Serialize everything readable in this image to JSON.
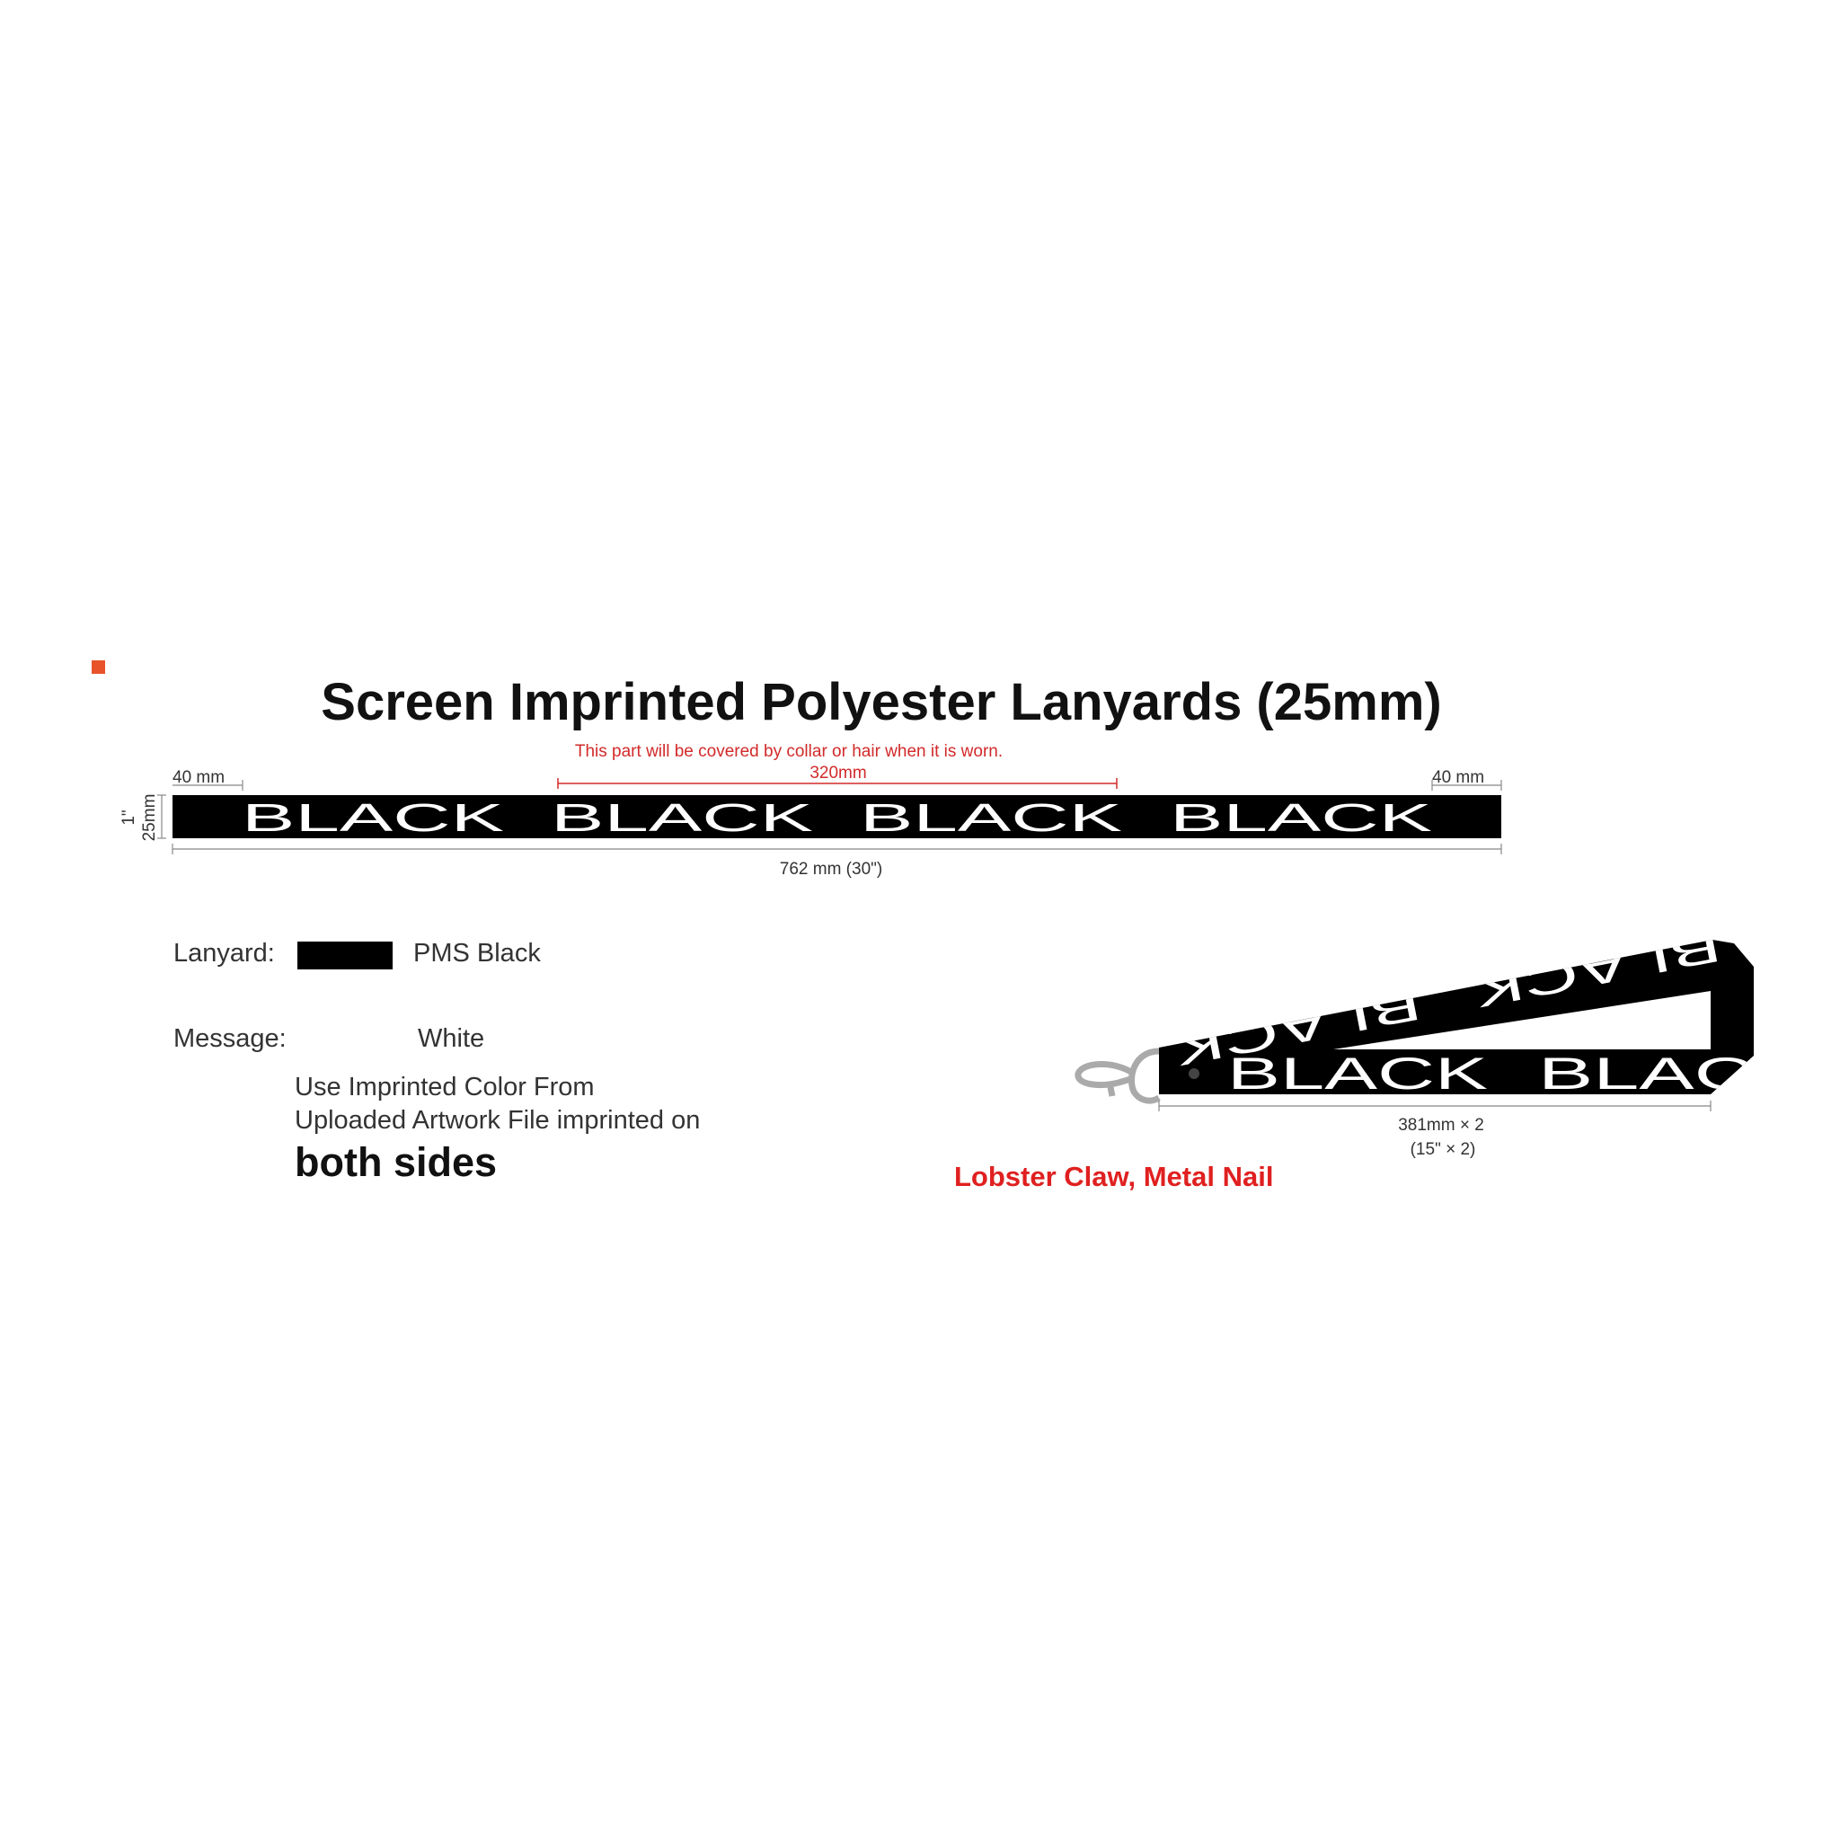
{
  "title": "Screen Imprinted Polyester Lanyards (25mm)",
  "note": "This part will be covered by collar or hair when it is worn.",
  "dims": {
    "collar": "320mm",
    "end_left": "40 mm",
    "end_right": "40 mm",
    "total": "762 mm (30\")",
    "width_in": "1\"",
    "width_mm": "25mm",
    "half_length": "381mm × 2",
    "half_length_in": "(15\" × 2)"
  },
  "imprint_text": "BLACK",
  "imprint_partial": "BLAC",
  "specs": {
    "lanyard_label": "Lanyard:",
    "lanyard_color": "PMS Black",
    "lanyard_swatch": "#000000",
    "message_label": "Message:",
    "message_color": "White",
    "instructions_line1": "Use Imprinted Color From",
    "instructions_line2": "Uploaded Artwork File imprinted on",
    "instructions_emphasis": "both sides"
  },
  "attachment": "Lobster Claw, Metal Nail",
  "colors": {
    "accent": "#d22a2a",
    "marker": "#e8532b"
  }
}
